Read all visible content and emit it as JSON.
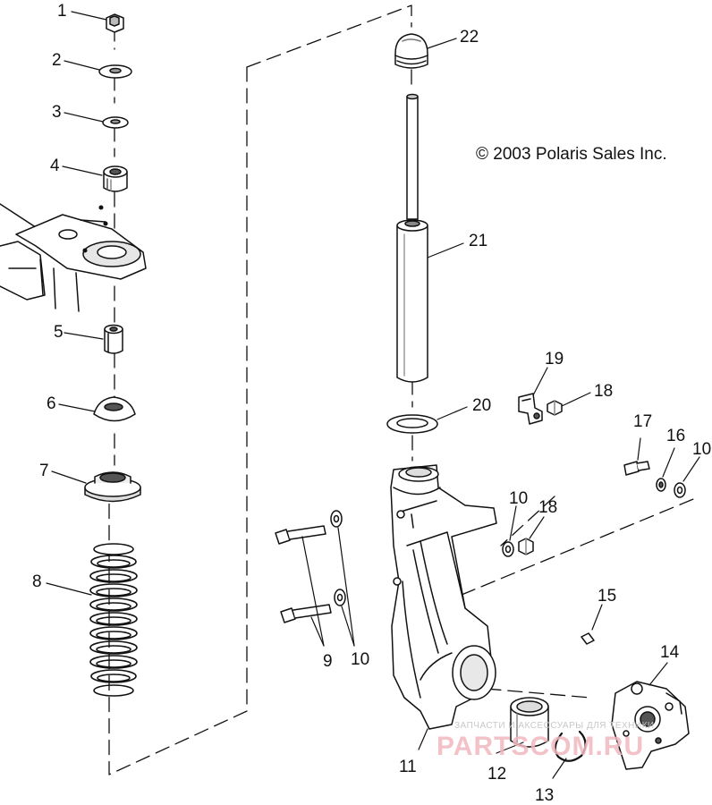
{
  "copyright": "© 2003 Polaris Sales Inc.",
  "watermark": {
    "small": "ЗАПЧАСТИ И АКСЕССУАРЫ ДЛЯ ТЕХНИКИ",
    "big": "PARTSCOM.RU"
  },
  "callouts": [
    "1",
    "2",
    "3",
    "4",
    "5",
    "6",
    "7",
    "8",
    "9",
    "10",
    "10",
    "10",
    "11",
    "12",
    "13",
    "14",
    "15",
    "16",
    "17",
    "18",
    "18",
    "19",
    "20",
    "21",
    "22"
  ],
  "colors": {
    "line": "#111111",
    "watermark": "#f2b8c0"
  }
}
